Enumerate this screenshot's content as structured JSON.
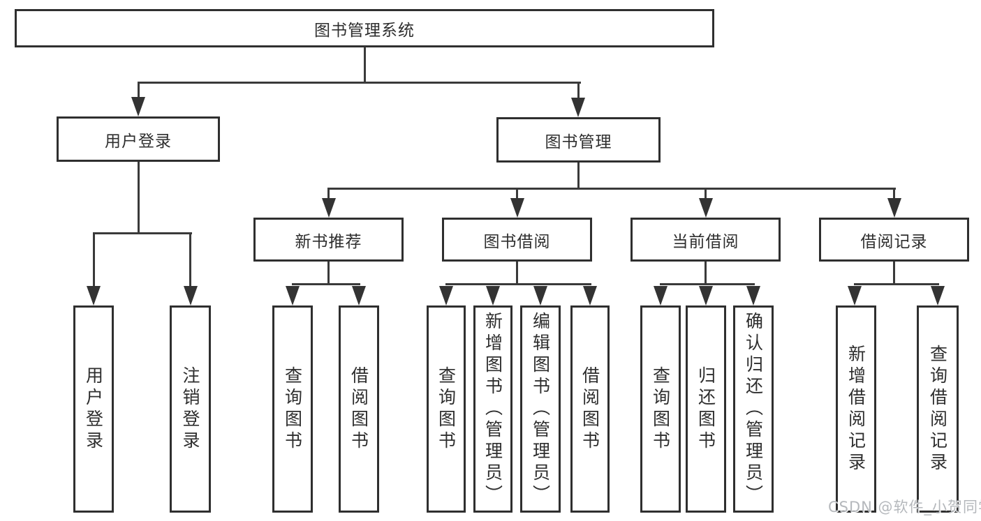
{
  "nodes": {
    "root": "图书管理系统",
    "user_login": "用户登录",
    "book_management": "图书管理",
    "new_book_recommend": "新书推荐",
    "book_borrow": "图书借阅",
    "current_borrow": "当前借阅",
    "borrow_records": "借阅记录"
  },
  "leaves": {
    "user_login": "用户登录",
    "logout": "注销登录",
    "newbook_query": "查询图书",
    "newbook_borrow": "借阅图书",
    "borrow_query": "查询图书",
    "borrow_add_admin": "新增图书（管理员）",
    "borrow_edit_admin": "编辑图书（管理员）",
    "borrow_borrow": "借阅图书",
    "current_query": "查询图书",
    "current_return": "归还图书",
    "current_confirm_admin": "确认归还（管理员）",
    "records_add": "新增借阅记录",
    "records_query": "查询借阅记录"
  },
  "watermark": "CSDN @软件_小贺同学",
  "colors": {
    "box_border": "#2f2f2f",
    "line": "#3a3a3a",
    "text": "#2e2e2e",
    "watermark": "#b5b8bc",
    "background": "#ffffff"
  }
}
